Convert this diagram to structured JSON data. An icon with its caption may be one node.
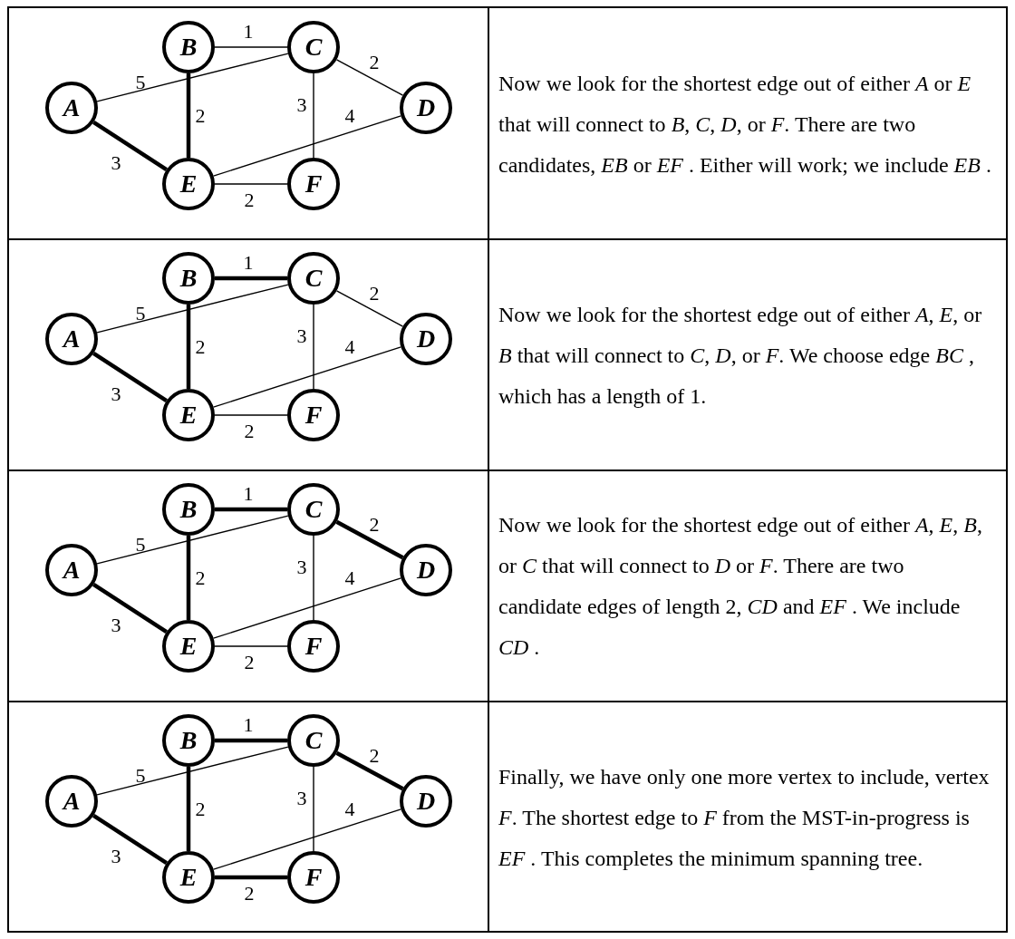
{
  "diagram": {
    "nodes": [
      {
        "text": [
          "B"
        ]
      },
      {
        "text": [
          "C"
        ]
      },
      {
        "text": [
          "A"
        ]
      },
      {
        "text": [
          "D"
        ]
      },
      {
        "text": [
          "E"
        ]
      },
      {
        "text": [
          "F"
        ]
      },
      {
        "text": [
          "B"
        ]
      },
      {
        "text": [
          "C"
        ]
      },
      {
        "text": [
          "A"
        ]
      },
      {
        "text": [
          "D"
        ]
      },
      {
        "text": [
          "E"
        ]
      },
      {
        "text": [
          "F"
        ]
      },
      {
        "text": [
          "B"
        ]
      },
      {
        "text": [
          "C"
        ]
      },
      {
        "text": [
          "A"
        ]
      },
      {
        "text": [
          "D"
        ]
      },
      {
        "text": [
          "E"
        ]
      },
      {
        "text": [
          "F"
        ]
      },
      {
        "text": [
          "B"
        ]
      },
      {
        "text": [
          "C"
        ]
      },
      {
        "text": [
          "A"
        ]
      },
      {
        "text": [
          "D"
        ]
      },
      {
        "text": [
          "E"
        ]
      },
      {
        "text": [
          "F"
        ]
      }
    ],
    "edges": [
      {
        "from": 2,
        "to": 1,
        "arrow": "none",
        "label": "5"
      },
      {
        "from": 0,
        "to": 1,
        "arrow": "none",
        "label": "1"
      },
      {
        "from": 1,
        "to": 3,
        "arrow": "none",
        "label": "2"
      },
      {
        "from": 0,
        "to": 4,
        "arrow": "none",
        "label": "2",
        "style": "thick"
      },
      {
        "from": 1,
        "to": 5,
        "arrow": "none",
        "label": "3"
      },
      {
        "from": 4,
        "to": 3,
        "arrow": "none",
        "label": "4"
      },
      {
        "from": 2,
        "to": 4,
        "arrow": "none",
        "label": "3",
        "style": "thick"
      },
      {
        "from": 4,
        "to": 5,
        "arrow": "none",
        "label": "2"
      },
      {
        "from": 8,
        "to": 7,
        "arrow": "none",
        "label": "5"
      },
      {
        "from": 6,
        "to": 7,
        "arrow": "none",
        "label": "1",
        "style": "thick"
      },
      {
        "from": 7,
        "to": 9,
        "arrow": "none",
        "label": "2"
      },
      {
        "from": 6,
        "to": 10,
        "arrow": "none",
        "label": "2",
        "style": "thick"
      },
      {
        "from": 7,
        "to": 11,
        "arrow": "none",
        "label": "3"
      },
      {
        "from": 10,
        "to": 9,
        "arrow": "none",
        "label": "4"
      },
      {
        "from": 8,
        "to": 10,
        "arrow": "none",
        "label": "3",
        "style": "thick"
      },
      {
        "from": 10,
        "to": 11,
        "arrow": "none",
        "label": "2"
      },
      {
        "from": 14,
        "to": 13,
        "arrow": "none",
        "label": "5"
      },
      {
        "from": 12,
        "to": 13,
        "arrow": "none",
        "label": "1",
        "style": "thick"
      },
      {
        "from": 13,
        "to": 15,
        "arrow": "none",
        "label": "2",
        "style": "thick"
      },
      {
        "from": 12,
        "to": 16,
        "arrow": "none",
        "label": "2",
        "style": "thick"
      },
      {
        "from": 13,
        "to": 17,
        "arrow": "none",
        "label": "3"
      },
      {
        "from": 16,
        "to": 15,
        "arrow": "none",
        "label": "4"
      },
      {
        "from": 14,
        "to": 16,
        "arrow": "none",
        "label": "3",
        "style": "thick"
      },
      {
        "from": 16,
        "to": 17,
        "arrow": "none",
        "label": "2"
      },
      {
        "from": 20,
        "to": 19,
        "arrow": "none",
        "label": "5"
      },
      {
        "from": 18,
        "to": 19,
        "arrow": "none",
        "label": "1",
        "style": "thick"
      },
      {
        "from": 19,
        "to": 21,
        "arrow": "none",
        "label": "2",
        "style": "thick"
      },
      {
        "from": 18,
        "to": 22,
        "arrow": "none",
        "label": "2",
        "style": "thick"
      },
      {
        "from": 19,
        "to": 23,
        "arrow": "none",
        "label": "3"
      },
      {
        "from": 22,
        "to": 21,
        "arrow": "none",
        "label": "4"
      },
      {
        "from": 20,
        "to": 22,
        "arrow": "none",
        "label": "3",
        "style": "thick"
      },
      {
        "from": 22,
        "to": 23,
        "arrow": "none",
        "label": "2",
        "style": "thick"
      }
    ],
    "labels": [
      "Now we look for the shortest edge out of either *A* or *E* that will connect to *B*, *C*, *D*, or *F*. There are two candidates, *EB* or *EF* . Either will work; we include *EB* .",
      "Now we look for the shortest edge out of either *A*, *E*, or *B* that will connect to *C*, *D*, or *F*. We choose edge *BC* , which has a length of 1.",
      "Now we look for the shortest edge out of either *A*, *E*, *B*, or *C* that will connect to *D* or *F*. There are two candidate edges of length 2, *CD* and *EF* . We include *CD* .",
      "Finally, we have only one more vertex to include, vertex *F*. The shortest edge to *F* from the MST-in-progress is *EF* . This completes the minimum spanning tree."
    ]
  }
}
